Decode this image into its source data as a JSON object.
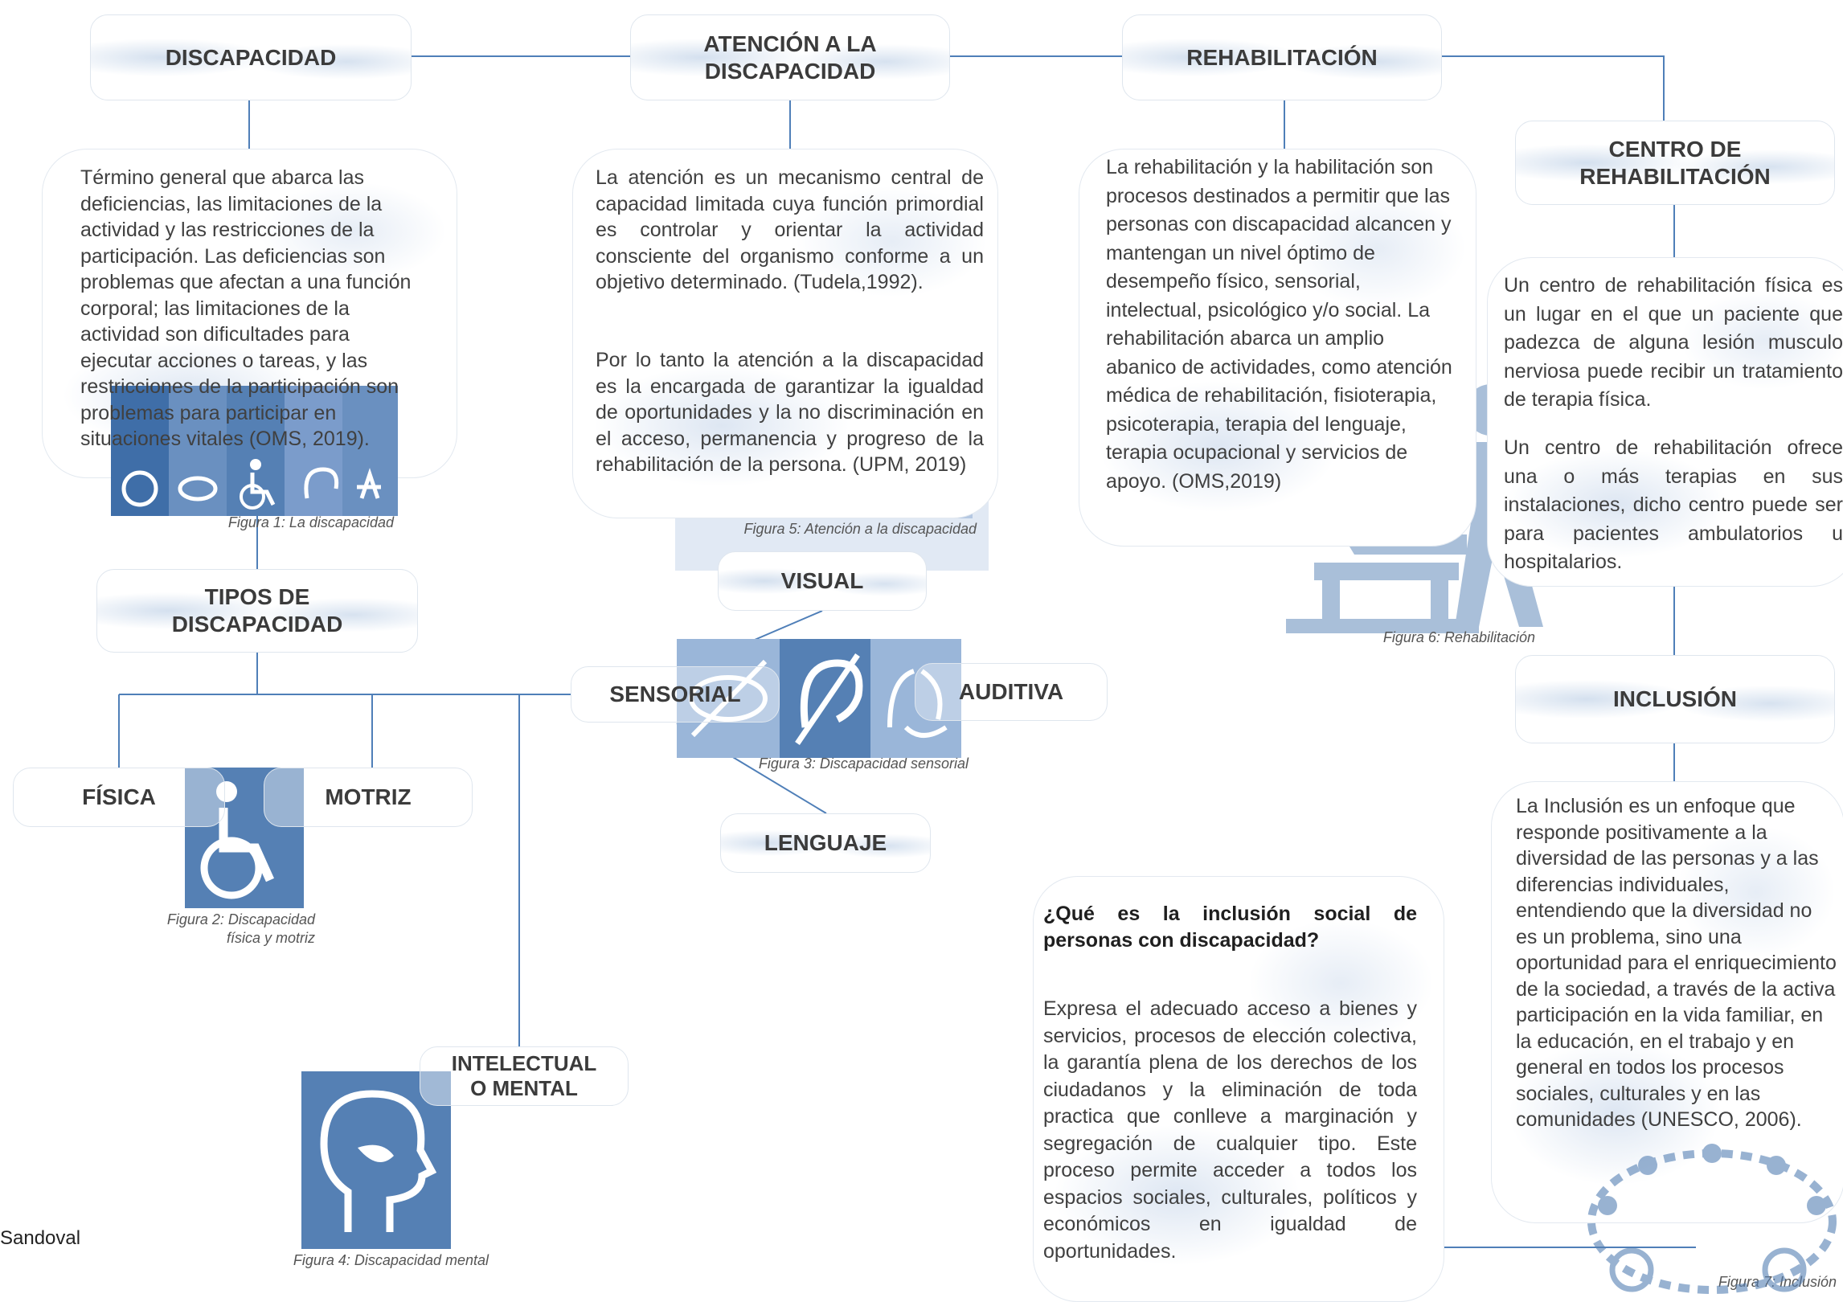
{
  "nodes": {
    "discapacidad": "DISCAPACIDAD",
    "atencion": "ATENCIÓN A LA\nDISCAPACIDAD",
    "rehabilitacion": "REHABILITACIÓN",
    "centro": "CENTRO DE\nREHABILITACIÓN",
    "tipos": "TIPOS DE\nDISCAPACIDAD",
    "visual": "VISUAL",
    "sensorial": "SENSORIAL",
    "auditiva": "AUDITIVA",
    "lenguaje": "LENGUAJE",
    "fisica": "FÍSICA",
    "motriz": "MOTRIZ",
    "intelectual": "INTELECTUAL\nO MENTAL",
    "inclusion": "INCLUSIÓN"
  },
  "texts": {
    "discapacidad": "Término general que abarca las deficiencias, las limitaciones de la actividad y las restricciones de la participación. Las deficiencias son problemas que afectan a una función corporal; las limitaciones de la actividad son dificultades para ejecutar acciones o tareas, y las restricciones de la participación son problemas para participar en situaciones vitales  (OMS, 2019).",
    "atencion_1": "La atención es un mecanismo central de capacidad limitada cuya función primordial es controlar y orientar la actividad consciente del organismo conforme a un objetivo determinado. (Tudela,1992).",
    "atencion_2": "Por lo tanto la atención a la discapacidad es la encargada de garantizar la igualdad de oportunidades y la no discriminación en el acceso, permanencia y progreso de la rehabilitación de la persona. (UPM, 2019)",
    "rehabilitacion": "La rehabilitación y la habilitación son procesos destinados a permitir que las personas con discapacidad alcancen y mantengan un nivel óptimo de desempeño físico, sensorial, intelectual, psicológico y/o social. La rehabilitación abarca un amplio abanico de actividades, como atención médica de rehabilitación, fisioterapia, psicoterapia, terapia del lenguaje, terapia ocupacional y servicios de apoyo. (OMS,2019)",
    "centro_1": "Un centro de rehabilitación física es un lugar en el que un paciente que padezca de alguna lesión musculo nerviosa puede recibir un tratamiento de terapia física.",
    "centro_2": "Un centro de rehabilitación ofrece una o más terapias en sus instalaciones, dicho centro puede ser para pacientes ambulatorios u hospitalarios.",
    "inclusion": "La Inclusión es un enfoque que responde positivamente a la diversidad de las personas y a las diferencias individuales, entendiendo que la diversidad no es un problema, sino una oportunidad para el enriquecimiento de la sociedad, a través de la activa participación en la vida familiar, en la educación, en el trabajo y en general en todos los procesos sociales, culturales y en las comunidades (UNESCO, 2006).",
    "social_question": "¿Qué es la inclusión social de personas con discapacidad?",
    "social_answer": "Expresa el adecuado acceso a bienes y servicios,  procesos de elección colectiva, la garantía plena de los derechos de los ciudadanos y la eliminación de toda practica que conlleve a marginación y segregación de cualquier tipo. Este proceso permite acceder a todos los espacios sociales, culturales, políticos y económicos en igualdad de oportunidades."
  },
  "captions": {
    "fig1": "Figura 1: La discapacidad",
    "fig2": "Figura 2: Discapacidad\nfísica y motriz",
    "fig3": "Figura 3: Discapacidad sensorial",
    "fig4": "Figura 4: Discapacidad mental",
    "fig5": "Figura 5: Atención a la discapacidad",
    "fig6": "Figura 6: Rehabilitación",
    "fig7": "Figura 7: Inclusión"
  },
  "author": "Sandoval",
  "icons": {
    "fig1": "disability-symbols-icon",
    "fig2": "wheelchair-icon",
    "fig3": "sensory-disability-icon",
    "fig4": "head-profile-icon",
    "fig5": "attention-collage-icon",
    "fig6": "rehabilitation-icon",
    "fig7": "inclusion-circle-icon"
  },
  "colors": {
    "accent": "#4f81bd",
    "icon_blue": "#5580b4",
    "line": "#4f7fb8"
  }
}
